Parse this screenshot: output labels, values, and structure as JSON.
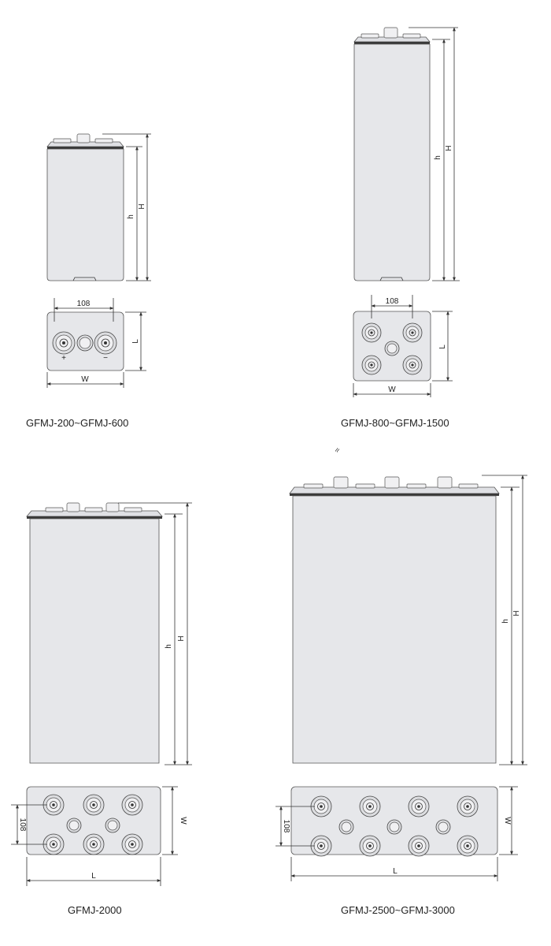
{
  "labels": {
    "width": "W",
    "length": "L",
    "height_total": "H",
    "height_case": "h",
    "pitch": "108",
    "plus": "+",
    "minus": "−",
    "stray_mark": "≈"
  },
  "models": [
    {
      "caption": "GFMJ-200~GFMJ-600"
    },
    {
      "caption": "GFMJ-800~GFMJ-1500"
    },
    {
      "caption": "GFMJ-2000"
    },
    {
      "caption": "GFMJ-2500~GFMJ-3000"
    }
  ],
  "colors": {
    "case": "#e6e7ea",
    "outline": "#555555",
    "band": "#3a3a3a"
  }
}
